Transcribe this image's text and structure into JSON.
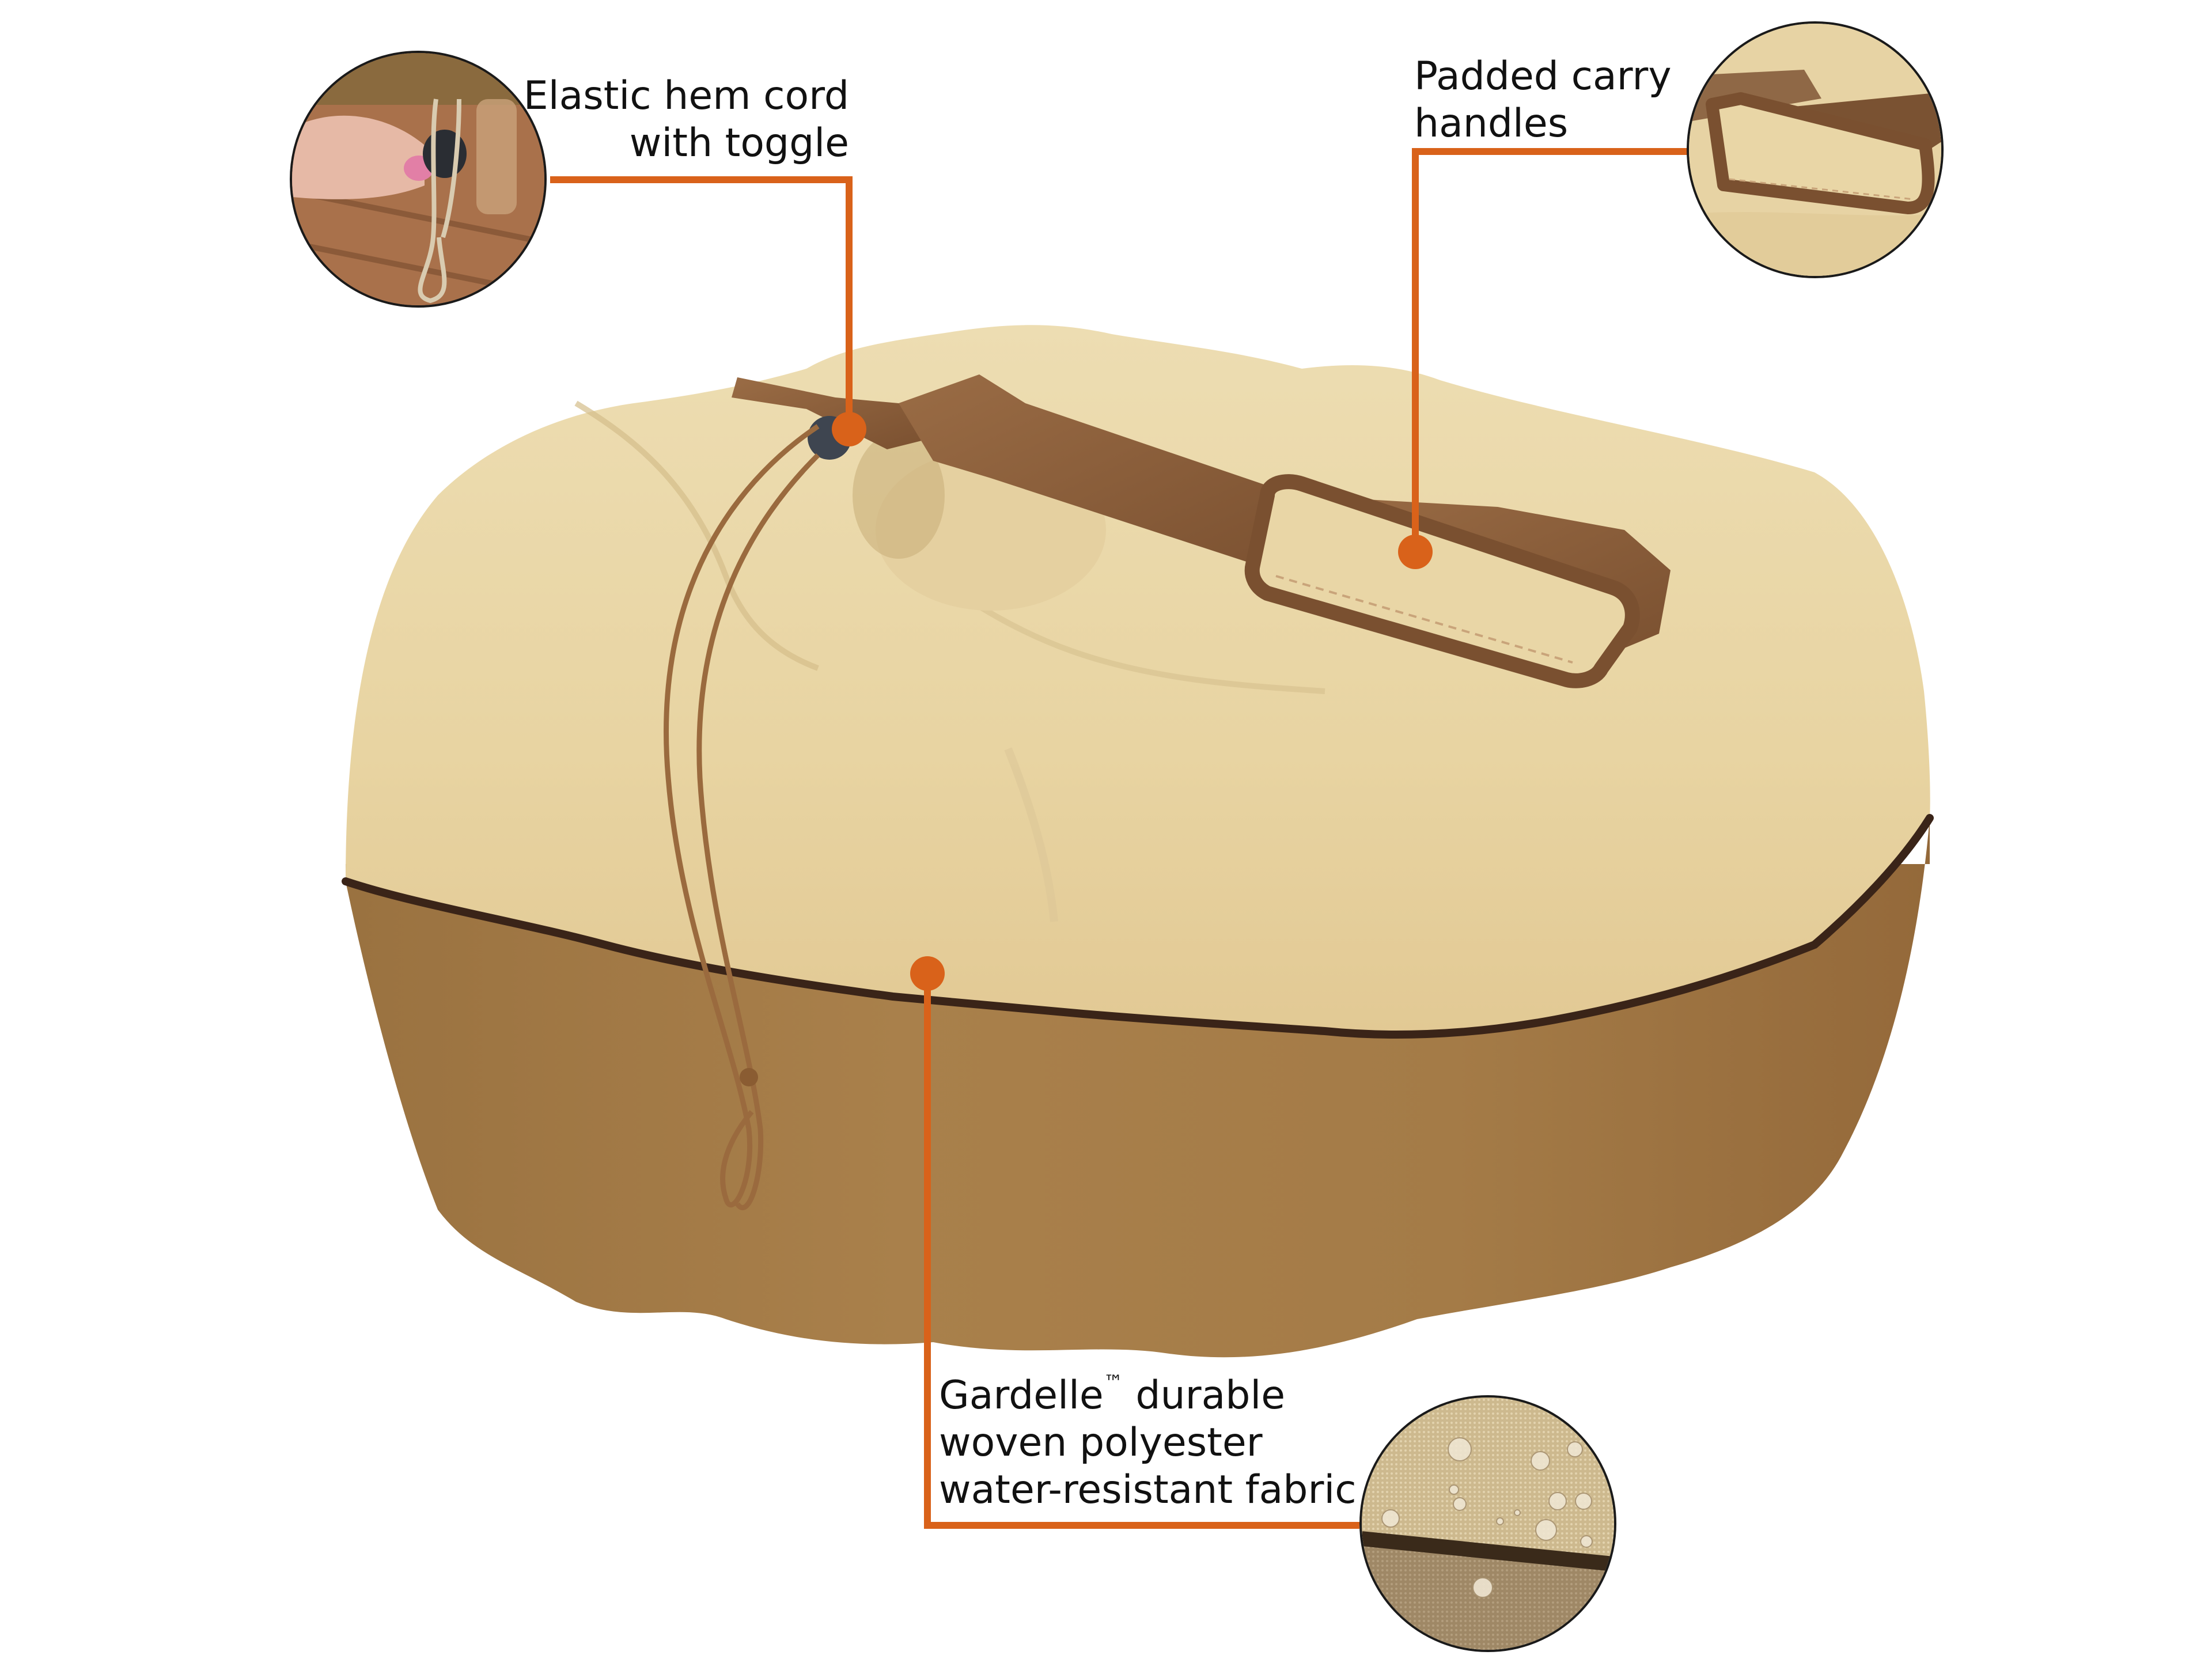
{
  "callouts": {
    "hem_cord": {
      "line1": "Elastic hem cord",
      "line2": "with toggle"
    },
    "handles": {
      "line1": "Padded carry",
      "line2": "handles"
    },
    "fabric": {
      "line1_pre": "Gardelle",
      "line1_tm": "™",
      "line1_post": " durable",
      "line2": "woven polyester",
      "line3": "water-resistant fabric"
    }
  },
  "colors": {
    "accent": "#D9621A",
    "fabric_top": "#E9D6A6",
    "fabric_bottom": "#A57C47",
    "piping": "#3A2418",
    "strap": "#8B5E3C"
  }
}
